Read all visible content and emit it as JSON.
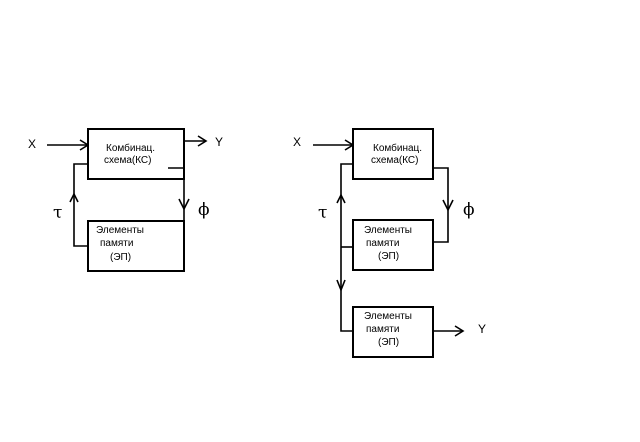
{
  "diagram_left": {
    "input_label": "X",
    "output_label": "Y",
    "combinational_block": {
      "line1": "Комбинац.",
      "line2": "схема(КС)"
    },
    "memory_block": {
      "line1": "Элементы",
      "line2": "памяти",
      "line3": "(ЭП)"
    },
    "feedback_label": "τ",
    "state_label": "ϕ"
  },
  "diagram_right": {
    "input_label": "X",
    "output_label": "Y",
    "combinational_block": {
      "line1": "Комбинац.",
      "line2": "схема(КС)"
    },
    "memory_block": {
      "line1": "Элементы",
      "line2": "памяти",
      "line3": "(ЭП)"
    },
    "output_memory_block": {
      "line1": "Элементы",
      "line2": "памяти",
      "line3": "(ЭП)"
    },
    "feedback_label": "τ",
    "state_label": "ϕ"
  }
}
